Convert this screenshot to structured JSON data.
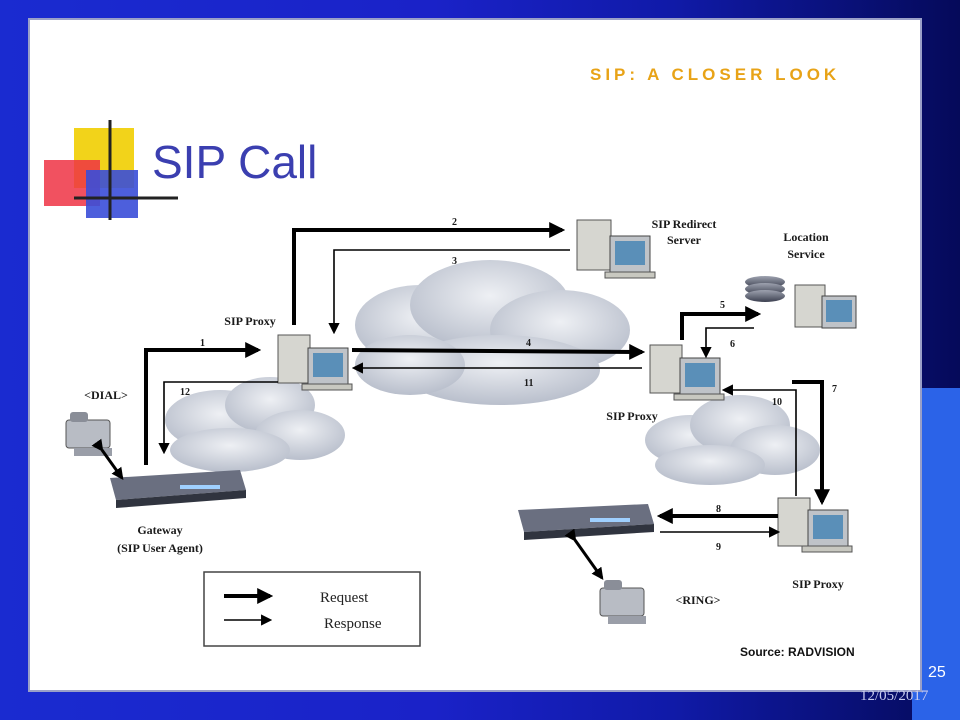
{
  "slide": {
    "header": "SIP: A CLOSER LOOK",
    "title": "SIP Call",
    "source": "Source: RADVISION",
    "number": "25",
    "date": "12/05/2017"
  },
  "nodes": {
    "redirect_server": [
      "SIP Redirect",
      "Server"
    ],
    "location_service": [
      "Location",
      "Service"
    ],
    "proxy_left": "SIP Proxy",
    "proxy_mid": "SIP Proxy",
    "proxy_bottom": "SIP Proxy",
    "gateway": [
      "Gateway",
      "(SIP User Agent)"
    ],
    "dial": "<DIAL>",
    "ring": "<RING>"
  },
  "steps": [
    "1",
    "2",
    "3",
    "4",
    "5",
    "6",
    "7",
    "8",
    "9",
    "10",
    "11",
    "12"
  ],
  "legend": {
    "request": "Request",
    "response": "Response"
  },
  "colors": {
    "title": "#3b3fb0",
    "header": "#e8a317",
    "background": "#1a2bd0"
  }
}
